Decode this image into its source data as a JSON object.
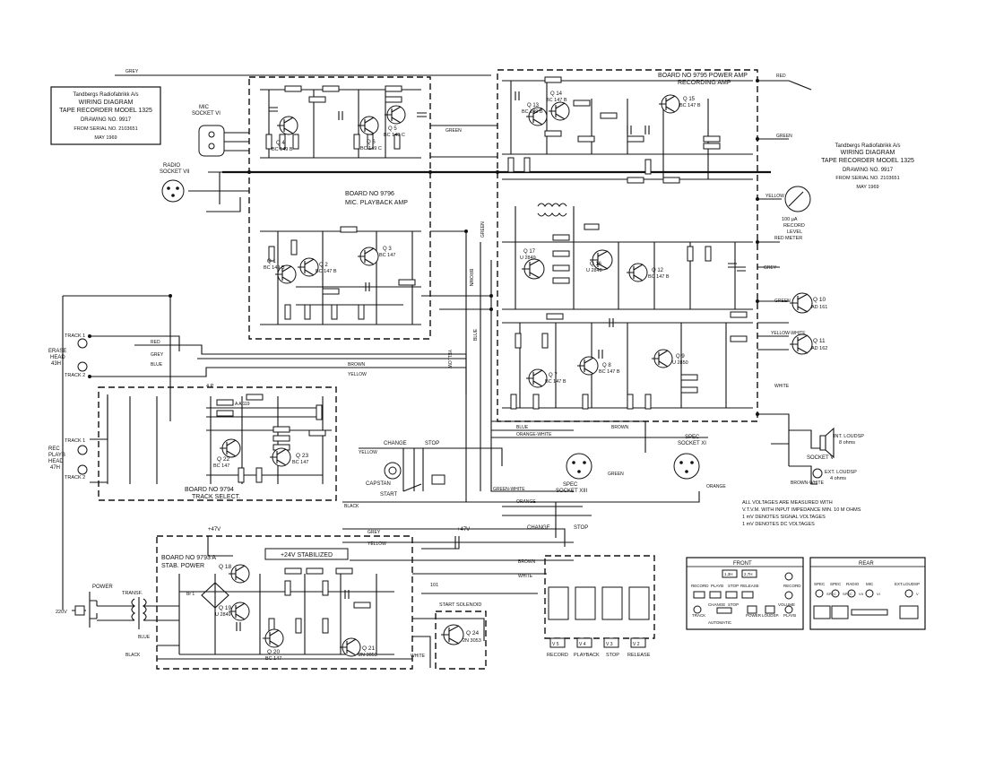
{
  "title_block_left": {
    "maker": "Tandbergs Radiofabrikk A/s",
    "title": "WIRING DIAGRAM",
    "model": "TAPE RECORDER MODEL 1325",
    "drawing": "DRAWING NO. 9917",
    "serial": "FROM SERIAL NO. 2103651",
    "date": "MAY 1969"
  },
  "title_block_right": {
    "maker": "Tandbergs Radiofabrikk A/s",
    "title": "WIRING DIAGRAM",
    "model": "TAPE RECORDER MODEL 1325",
    "drawing": "DRAWING NO. 9917",
    "serial": "FROM SERIAL NO. 2103651",
    "date": "MAY 1969"
  },
  "boards": {
    "b9796": [
      "BOARD NO 9796",
      "MIC. PLAYBACK AMP"
    ],
    "b9795": [
      "BOARD NO 9795 POWER AMP",
      "RECORDING AMP"
    ],
    "b9794": [
      "BOARD NO 9794",
      "TRACK SELECT."
    ],
    "b9793": [
      "BOARD NO 9793 A",
      "STAB. POWER"
    ]
  },
  "sockets": {
    "mic": [
      "MIC",
      "SOCKET VI"
    ],
    "radio": [
      "RADIO",
      "SOCKET VII"
    ],
    "spec_xi": [
      "SPEC",
      "SOCKET XI"
    ],
    "spec_xiii": [
      "SPEC",
      "SOCKET XIII"
    ],
    "socket_v": "SOCKET V"
  },
  "transistors": [
    {
      "ref": "Q 4",
      "type": "BC 149 B"
    },
    {
      "ref": "Q 5",
      "type": "BC 149 C"
    },
    {
      "ref": "Q 6",
      "type": "BC 149 C"
    },
    {
      "ref": "Q 1",
      "type": "BC 149 B"
    },
    {
      "ref": "Q 2",
      "type": "BC 147 B"
    },
    {
      "ref": "Q 3",
      "type": "BC 147"
    },
    {
      "ref": "Q 13",
      "type": "BC 149 B"
    },
    {
      "ref": "Q 14",
      "type": "BC 147 B"
    },
    {
      "ref": "Q 15",
      "type": "BC 147 B"
    },
    {
      "ref": "Q 17",
      "type": "U 2849"
    },
    {
      "ref": "Q 16",
      "type": "U 2848"
    },
    {
      "ref": "Q 12",
      "type": "BC 147 B"
    },
    {
      "ref": "Q 7",
      "type": "BC 147 B"
    },
    {
      "ref": "Q 8",
      "type": "BC 147 B"
    },
    {
      "ref": "Q 9",
      "type": "U 2850"
    },
    {
      "ref": "Q 10",
      "type": "AD 161"
    },
    {
      "ref": "Q 11",
      "type": "AD 162"
    },
    {
      "ref": "Q 22",
      "type": "BC 147"
    },
    {
      "ref": "Q 23",
      "type": "BC 147"
    },
    {
      "ref": "Q 18",
      "type": ""
    },
    {
      "ref": "Q 19",
      "type": "U 2849"
    },
    {
      "ref": "Q 20",
      "type": "BC 147"
    },
    {
      "ref": "Q 21",
      "type": "2N 3053"
    },
    {
      "ref": "Q 24",
      "type": "2N 3053"
    }
  ],
  "heads": {
    "erase": [
      "ERASE",
      "HEAD",
      "43H"
    ],
    "rec": [
      "REC",
      "PLAYB",
      "HEAD",
      "47H"
    ],
    "track1": "TRACK 1",
    "track2": "TRACK 2"
  },
  "wire_colors": [
    "GREY",
    "RED",
    "GREEN",
    "YELLOW",
    "BLUE",
    "BROWN",
    "BLACK",
    "WHITE",
    "ORANGE",
    "GREEN-WHITE",
    "ORANGE-WHITE",
    "BROWN-WHITE",
    "YELLOW-WHITE"
  ],
  "meter": [
    "100 µA",
    "RECORD",
    "LEVEL",
    "METER"
  ],
  "loudspeakers": {
    "int": [
      "INT. LOUDSP",
      "8 ohms"
    ],
    "ext": [
      "EXT. LOUDSP",
      "4 ohms"
    ]
  },
  "voltage_notes": [
    "ALL VOLTAGES ARE MEASURED WITH",
    "V.T.V.M. WITH INPUT IMPEDANCE MIN. 10 M OHMS",
    "1 mV  DENOTES  SIGNAL VOLTAGES",
    "1 mV  DENOTES  DC  VOLTAGES"
  ],
  "supply": {
    "stabilized": "+24V STABILIZED",
    "plus47": "+47V",
    "power": "POWER",
    "transf": "TRANSF.",
    "mains": "220V"
  },
  "controls": {
    "change": "CHANGE",
    "stop": "STOP",
    "start": "START",
    "capstan": "CAPSTAN",
    "start_solenoid": "START SOLENOID",
    "hole": "101"
  },
  "switch_bank": {
    "labels": [
      "RECORD",
      "PLAYBACK",
      "STOP",
      "RELEASE"
    ],
    "codes": [
      "V 5",
      "V 4",
      "V 3",
      "V 2"
    ]
  },
  "front_panel": {
    "title": "FRONT",
    "row1": [
      "RECORD",
      "PLAYB",
      "STOP",
      "RELEASE",
      "RECORD"
    ],
    "row2": [
      "TRACK",
      "CHANGE",
      "STOP",
      "POWER",
      "LOUDSP.",
      "PLAYB"
    ],
    "row3": [
      "AUTOMATIC",
      "VOLUME"
    ],
    "keys": [
      "1,3H",
      "2,7H"
    ]
  },
  "rear_panel": {
    "title": "REAR",
    "row1": [
      "SPEC",
      "SPEC",
      "RADIO",
      "MIC",
      "EXT.LOUDSP"
    ],
    "row2": [
      "SPEC",
      "SPEC",
      "VII",
      "VI",
      "V"
    ]
  },
  "misc_labels": [
    "4 P",
    "A A 119",
    "Br 1"
  ]
}
